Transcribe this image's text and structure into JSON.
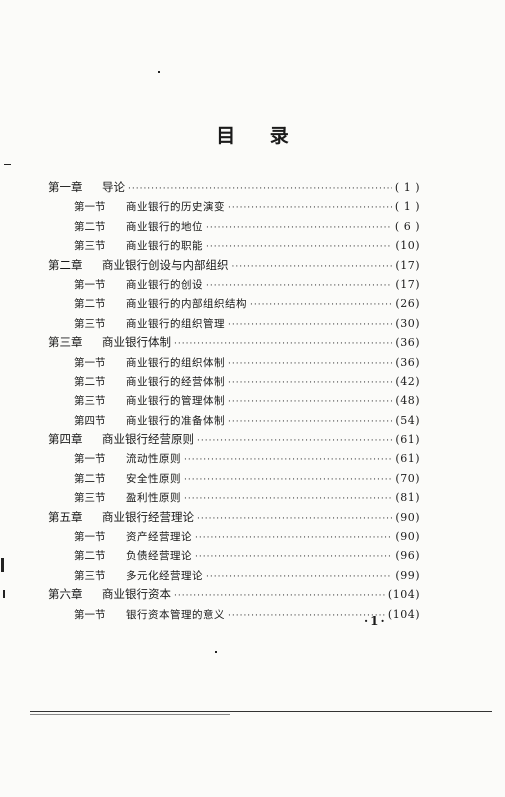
{
  "title": "目 录",
  "entries": [
    {
      "level": "chapter",
      "num": "第一章",
      "name": "导论",
      "page": "( 1 )"
    },
    {
      "level": "section",
      "num": "第一节",
      "name": "商业银行的历史演变",
      "page": "( 1 )"
    },
    {
      "level": "section",
      "num": "第二节",
      "name": "商业银行的地位",
      "page": "( 6 )"
    },
    {
      "level": "section",
      "num": "第三节",
      "name": "商业银行的职能",
      "page": "(10)"
    },
    {
      "level": "chapter",
      "num": "第二章",
      "name": "商业银行创设与内部组织",
      "page": "(17)"
    },
    {
      "level": "section",
      "num": "第一节",
      "name": "商业银行的创设",
      "page": "(17)"
    },
    {
      "level": "section",
      "num": "第二节",
      "name": "商业银行的内部组织结构",
      "page": "(26)"
    },
    {
      "level": "section",
      "num": "第三节",
      "name": "商业银行的组织管理",
      "page": "(30)"
    },
    {
      "level": "chapter",
      "num": "第三章",
      "name": "商业银行体制",
      "page": "(36)"
    },
    {
      "level": "section",
      "num": "第一节",
      "name": "商业银行的组织体制",
      "page": "(36)"
    },
    {
      "level": "section",
      "num": "第二节",
      "name": "商业银行的经营体制",
      "page": "(42)"
    },
    {
      "level": "section",
      "num": "第三节",
      "name": "商业银行的管理体制",
      "page": "(48)"
    },
    {
      "level": "section",
      "num": "第四节",
      "name": "商业银行的准备体制",
      "page": "(54)"
    },
    {
      "level": "chapter",
      "num": "第四章",
      "name": "商业银行经营原则",
      "page": "(61)"
    },
    {
      "level": "section",
      "num": "第一节",
      "name": "流动性原则",
      "page": "(61)"
    },
    {
      "level": "section",
      "num": "第二节",
      "name": "安全性原则",
      "page": "(70)"
    },
    {
      "level": "section",
      "num": "第三节",
      "name": "盈利性原则",
      "page": "(81)"
    },
    {
      "level": "chapter",
      "num": "第五章",
      "name": "商业银行经营理论",
      "page": "(90)"
    },
    {
      "level": "section",
      "num": "第一节",
      "name": "资产经营理论",
      "page": "(90)"
    },
    {
      "level": "section",
      "num": "第二节",
      "name": "负债经营理论",
      "page": "(96)"
    },
    {
      "level": "section",
      "num": "第三节",
      "name": "多元化经营理论",
      "page": "(99)"
    },
    {
      "level": "chapter",
      "num": "第六章",
      "name": "商业银行资本",
      "page": "(104)"
    },
    {
      "level": "section",
      "num": "第一节",
      "name": "银行资本管理的意义",
      "page": "(104)"
    }
  ],
  "folio": "·1·"
}
